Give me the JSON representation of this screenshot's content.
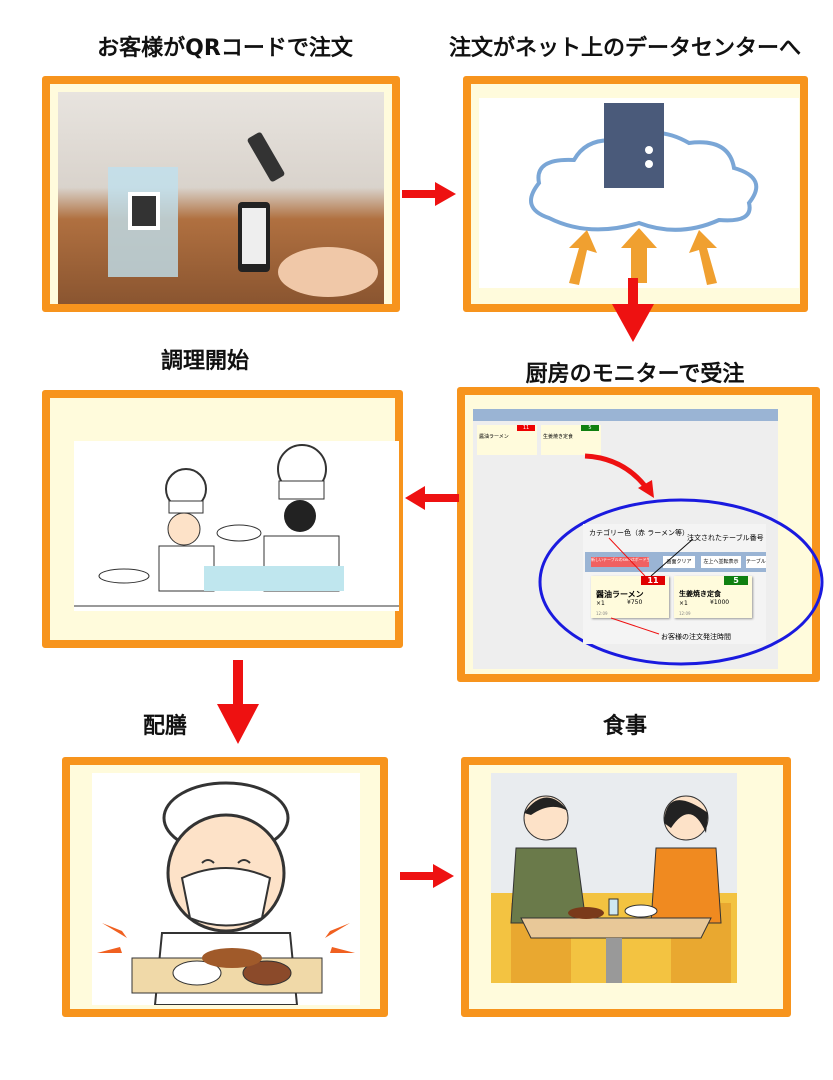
{
  "steps": [
    {
      "title": "お客様がQRコードで注文"
    },
    {
      "title": "注文がネット上のデータセンターへ"
    },
    {
      "title": "調理開始"
    },
    {
      "title": "厨房のモニターで受注"
    },
    {
      "title": "配膳"
    },
    {
      "title": "食事"
    }
  ],
  "monitor": {
    "buttons": [
      "新しいテーブルのselectボード生成",
      "画面クリア",
      "左上へ並転表示",
      "テーブル番号"
    ],
    "orders": [
      {
        "table": "11",
        "item": "醤油ラーメン",
        "qty": "×1",
        "price": "¥750",
        "time": "12:09",
        "color": "#e00000"
      },
      {
        "table": "5",
        "item": "生姜焼き定食",
        "qty": "×1",
        "price": "¥1000",
        "time": "12:09",
        "color": "#108010"
      }
    ],
    "annotations": {
      "category": "カテゴリー色（赤 ラーメン等）",
      "table": "注文されたテーブル番号",
      "time": "お客様の注文発注時間"
    }
  },
  "colors": {
    "panel_border": "#f7941d",
    "panel_bg": "#fffbdc",
    "arrow": "#ee1111",
    "ellipse": "#1a1adf"
  }
}
